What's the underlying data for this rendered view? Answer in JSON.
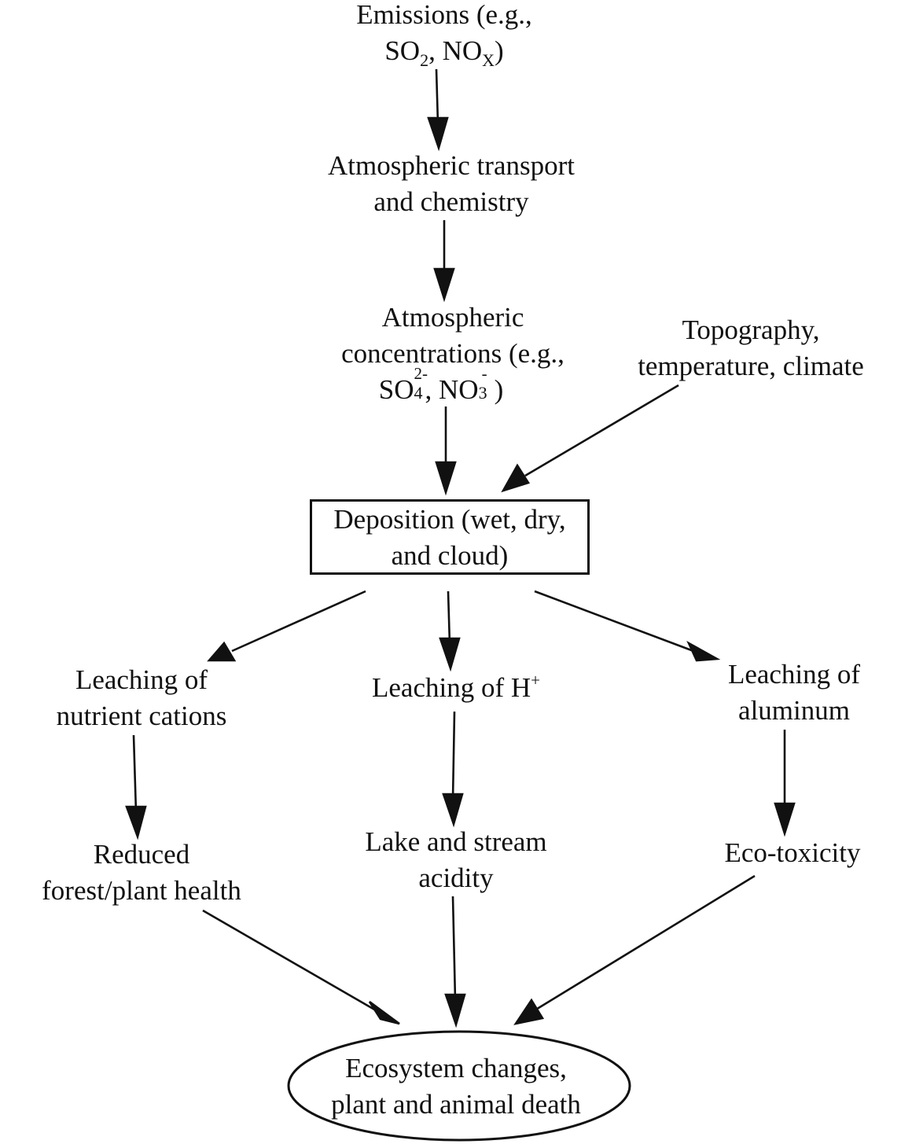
{
  "nodes": {
    "emissions": {
      "line1": "Emissions (e.g.,",
      "so": "SO",
      "so_sub": "2",
      "no": ", NO",
      "no_sub": "X",
      "close": ")"
    },
    "transport": {
      "line1": "Atmospheric transport",
      "line2": "and chemistry"
    },
    "concentrations": {
      "line1": "Atmospheric",
      "line2": "concentrations (e.g.,",
      "so": "SO",
      "so_sup": "2-",
      "so_sub": "4",
      "no": ", NO",
      "no_sup": "-",
      "no_sub": "3",
      "close": ")"
    },
    "topography": {
      "line1": "Topography,",
      "line2": "temperature, climate"
    },
    "deposition": {
      "line1": "Deposition (wet, dry,",
      "line2": "and cloud)"
    },
    "leaching_cations": {
      "line1": "Leaching of",
      "line2": "nutrient cations"
    },
    "leaching_h": {
      "text": "Leaching of H",
      "sup": "+"
    },
    "leaching_al": {
      "line1": "Leaching of",
      "line2": "aluminum"
    },
    "forest_health": {
      "line1": "Reduced",
      "line2": "forest/plant health"
    },
    "lake_acidity": {
      "line1": "Lake and stream",
      "line2": "acidity"
    },
    "ecotoxicity": {
      "text": "Eco-toxicity"
    },
    "ecosystem": {
      "line1": "Ecosystem changes,",
      "line2": "plant and animal death"
    }
  },
  "edges": [
    {
      "from": "emissions",
      "to": "transport"
    },
    {
      "from": "transport",
      "to": "concentrations"
    },
    {
      "from": "concentrations",
      "to": "deposition"
    },
    {
      "from": "topography",
      "to": "deposition"
    },
    {
      "from": "deposition",
      "to": "leaching_cations"
    },
    {
      "from": "deposition",
      "to": "leaching_h"
    },
    {
      "from": "deposition",
      "to": "leaching_al"
    },
    {
      "from": "leaching_cations",
      "to": "forest_health"
    },
    {
      "from": "leaching_h",
      "to": "lake_acidity"
    },
    {
      "from": "leaching_al",
      "to": "ecotoxicity"
    },
    {
      "from": "forest_health",
      "to": "ecosystem"
    },
    {
      "from": "lake_acidity",
      "to": "ecosystem"
    },
    {
      "from": "ecotoxicity",
      "to": "ecosystem"
    }
  ]
}
